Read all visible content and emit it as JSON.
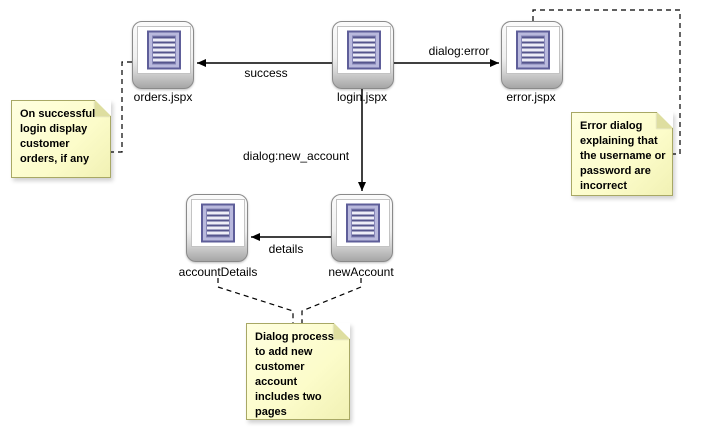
{
  "diagram": {
    "nodes": [
      {
        "id": "orders",
        "label": "orders.jspx"
      },
      {
        "id": "login",
        "label": "login.jspx"
      },
      {
        "id": "error",
        "label": "error.jspx"
      },
      {
        "id": "accountDetails",
        "label": "accountDetails"
      },
      {
        "id": "newAccount",
        "label": "newAccount"
      }
    ],
    "edges": [
      {
        "label": "success",
        "from": "login",
        "to": "orders"
      },
      {
        "label": "dialog:error",
        "from": "login",
        "to": "error"
      },
      {
        "label": "dialog:new_account",
        "from": "login",
        "to": "newAccount"
      },
      {
        "label": "details",
        "from": "newAccount",
        "to": "accountDetails"
      }
    ],
    "notes": [
      {
        "id": "orders-note",
        "attached_to": "orders",
        "text": "On successful\nlogin display\ncustomer\norders, if any"
      },
      {
        "id": "error-note",
        "attached_to": "error",
        "text": "Error dialog\nexplaining that\nthe username or\npassword are\nincorrect"
      },
      {
        "id": "new-account-note",
        "attached_to": "newAccount",
        "text": "Dialog process\nto add new\ncustomer\naccount\nincludes two\npages"
      }
    ],
    "colors": {
      "note_fill": "#fcfcca",
      "note_border": "#a8a865",
      "doc_border": "#5e5e99",
      "doc_frame": "#b9b9dd",
      "doc_lines": "#55558d",
      "icon_gradient_end": "#a6a6a6",
      "wire": "#000000"
    }
  }
}
